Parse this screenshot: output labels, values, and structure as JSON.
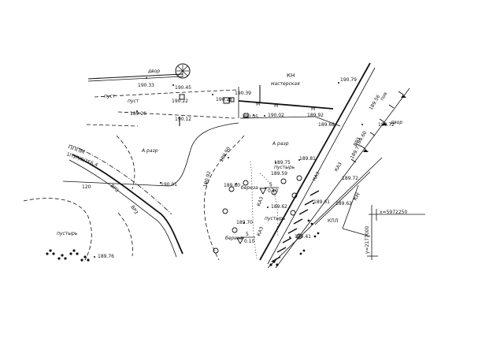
{
  "labels": {
    "dvor_top": "двор",
    "pust_1": "пуст",
    "pust_2": "пуст",
    "kn_title": "КН",
    "masterskaya": "мастерская",
    "a_razr_left": "А разр",
    "a_razr_right": "А разр",
    "dvor_right": "двор",
    "pustyr_mid": "пустырь",
    "pustyr_lower": "пустырь",
    "pustyr_left": "пустырь",
    "bereza_1": "береза",
    "bereza_2": "береза",
    "tree_num_1": "5",
    "tree_den_1": "0.10",
    "tree_num_2": "5",
    "tree_den_2": "0.10",
    "kn_right": "КН",
    "kaz_1": "КАЗ",
    "kaz_2": "КАЗ",
    "kaz_3": "КАЗ",
    "kaz_4": "КАЗ",
    "pppm": "ПППМ",
    "pppm_sub": "1П1П/8/2Е6,4",
    "vrz_1": "ВРЗ",
    "vrz_2": "ВРЗ",
    "vrz_3": "ВРЗ",
    "kpl": "КПЛ",
    "pov": "пов",
    "m1": "М",
    "m2": "М",
    "m3": "М",
    "val_120": "120"
  },
  "elevations": [
    "190.33",
    "190.45",
    "190.22",
    "190.23",
    "190.39",
    "189.26",
    "190.12",
    "190.05",
    "190.02",
    "189.92",
    "190.79",
    "189.72",
    "189.68",
    "189.72",
    "189.90",
    "190.01",
    "190.92",
    "189.75",
    "189.81",
    "189.80",
    "189.59",
    "189.62",
    "189.62",
    "189.61",
    "189.70",
    "189.41",
    "189.76",
    "189.60",
    "189.71",
    "189.56"
  ],
  "coordinates": {
    "x": "x=5972250",
    "y": "y=2177000"
  },
  "colors": {
    "ink": "#111111",
    "paper": "#ffffff"
  }
}
